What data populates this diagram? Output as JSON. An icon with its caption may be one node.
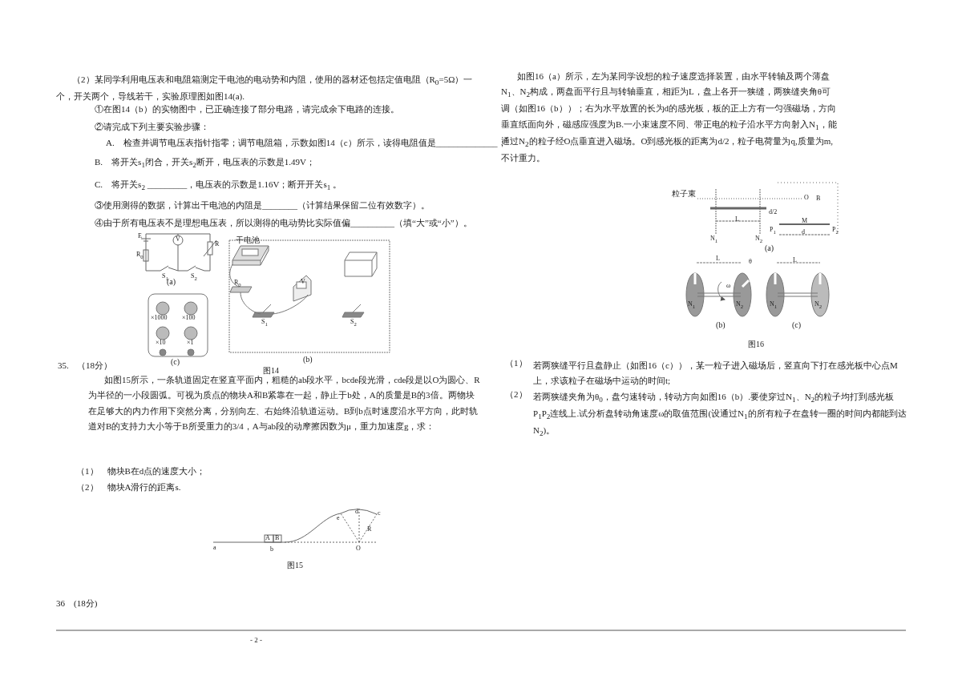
{
  "diagram": {
    "labels": [
      "（2）某同学利用电压表和电阻箱测定干电池的电动势和内阻，使用的器材还包括定值电阻（R$_{0}$=5Ω）一个，开关两个，导线若干，实验原理图如图14(a).",
      "①在图14（b）的实物图中，已正确连接了部分电路，请完成余下电路的连接。",
      "②请完成下列主要实验步骤：",
      "A.　检查并调节电压表指针指零；调节电阻箱，示数如图14（c）所示，读得电阻值是______________；",
      "B.　将开关s$_{1}$闭合，开关s$_{2}$断开，电压表的示数是1.49V；",
      "C.　将开关s$_{2}$ _________，电压表的示数是1.16V；断开开关s$_{1}$ 。",
      "③使用测得的数据，计算出干电池的内阻是________（计算结果保留二位有效数字）。",
      "④由于所有电压表不是理想电压表，所以测得的电动势比实际值偏__________（填“大”或“小”）。",
      "E",
      "R$_{0}$",
      "V",
      "R",
      "S$_{1}$",
      "S$_{2}$",
      "(a)",
      "干电池",
      "R$_{0}$",
      "V",
      "S$_{1}$",
      "S$_{2}$",
      "(b)",
      "×1000",
      "×100",
      "×10",
      "×1",
      "(c)",
      "图14",
      "35.",
      "（18分）",
      "如图15所示，一条轨道固定在竖直平面内，粗糙的ab段水平，bcde段光滑，cde段是以O为圆心、R为半径的一小段圆弧。可视为质点的物块A和B紧靠在一起，静止于b处，A的质量是B的3倍。两物块在足够大的内力作用下突然分离，分别向左、右始终沿轨道运动。B到b点时速度沿水平方向，此时轨道对B的支持力大小等于B所受重力的3/4，A与ab段的动摩擦因数为μ，重力加速度g，求：",
      "（1）　物块B在d点的速度大小；",
      "（2）　物块A滑行的距离s.",
      "A",
      "B",
      "a",
      "b",
      "c",
      "d",
      "e",
      "R",
      "O",
      "图15",
      "36　(18分)",
      "如图16（a）所示，左为某同学设想的粒子速度选择装置，由水平转轴及两个薄盘N$_{1}$、N$_{2}$构成，两盘面平行且与转轴垂直，相距为L，盘上各开一狭缝，两狭缝夹角θ可调（如图16（b））；右为水平放置的长为d的感光板，板的正上方有一匀强磁场，方向垂直纸面向外，磁感应强度为B.一小束速度不同、带正电的粒子沿水平方向射入N$_{1}$，能通过N$_{2}$的粒子经O点垂直进入磁场。O到感光板的距离为d/2，粒子电荷量为q,质量为m,不计重力。",
      "粒子束",
      "O",
      "B",
      "d/2",
      "P$_{1}$",
      "M",
      "P$_{2}$",
      "L",
      "N$_{1}$",
      "N$_{2}$",
      "d",
      "(a)",
      "L",
      "θ",
      "ω",
      "N$_{1}$",
      "N$_{2}$",
      "(b)",
      "L",
      "N$_{1}$",
      "N$_{2}$",
      "(c)",
      "图16",
      "（1）",
      "若两狭缝平行且盘静止（如图16（c）），某一粒子进入磁场后，竖直向下打在感光板中心点M上，求该粒子在磁场中运动的时间t;",
      "（2）",
      "若两狭缝夹角为θ$_{0}$，盘匀速转动，转动方向如图16（b）.要使穿过N$_{1}$、N$_{2}$的粒子均打到感光板P$_{1}$P$_{2}$连线上.试分析盘转动角速度ω的取值范围(设通过N$_{1}$的所有粒子在盘转一圈的时间内都能到达N$_{2}$)。",
      "- 2 -"
    ]
  }
}
